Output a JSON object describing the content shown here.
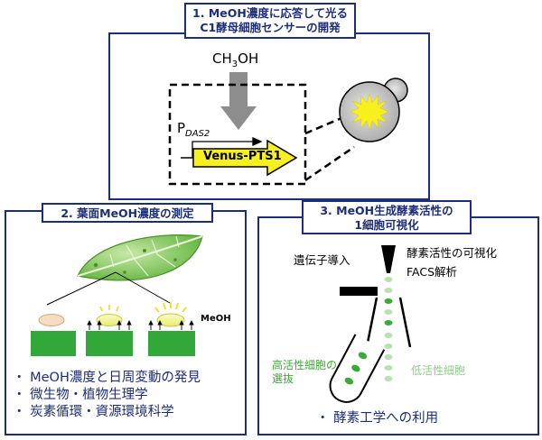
{
  "panel1": {
    "title_line1": "1. MeOH濃度に応答して光る",
    "title_line2": "C1酵母細胞センサーの開発",
    "methanol": "CH",
    "methanol_sub": "3",
    "methanol_rest": "OH",
    "promoter": "P",
    "promoter_sub": "DAS2",
    "gene": "Venus-PTS1"
  },
  "panel2": {
    "title": "2. 葉面MeOH濃度の測定",
    "meoh_label": "MeOH",
    "bullets": [
      "・ MeOH濃度と日周変動の発見",
      "・ 微生物・植物生理学",
      "・ 炭素循環・資源環境科学"
    ]
  },
  "panel3": {
    "title_line1": "3. MeOH生成酵素活性の",
    "title_line2": "1細胞可視化",
    "gene_intro": "遺伝子導入",
    "visualize": "酵素活性の可視化",
    "facs": "FACS解析",
    "high": "高活性細胞の",
    "high2": "選抜",
    "low": "低活性細胞",
    "bullet": "・ 酵素工学への利用"
  },
  "colors": {
    "navy": "#1c2d7a",
    "leaf_green": "#33a83a",
    "yellow": "#f7ef1e",
    "cell_gray": "#c9c9c9",
    "high_green": "#3aaa35",
    "low_green": "#a8d8a0"
  }
}
